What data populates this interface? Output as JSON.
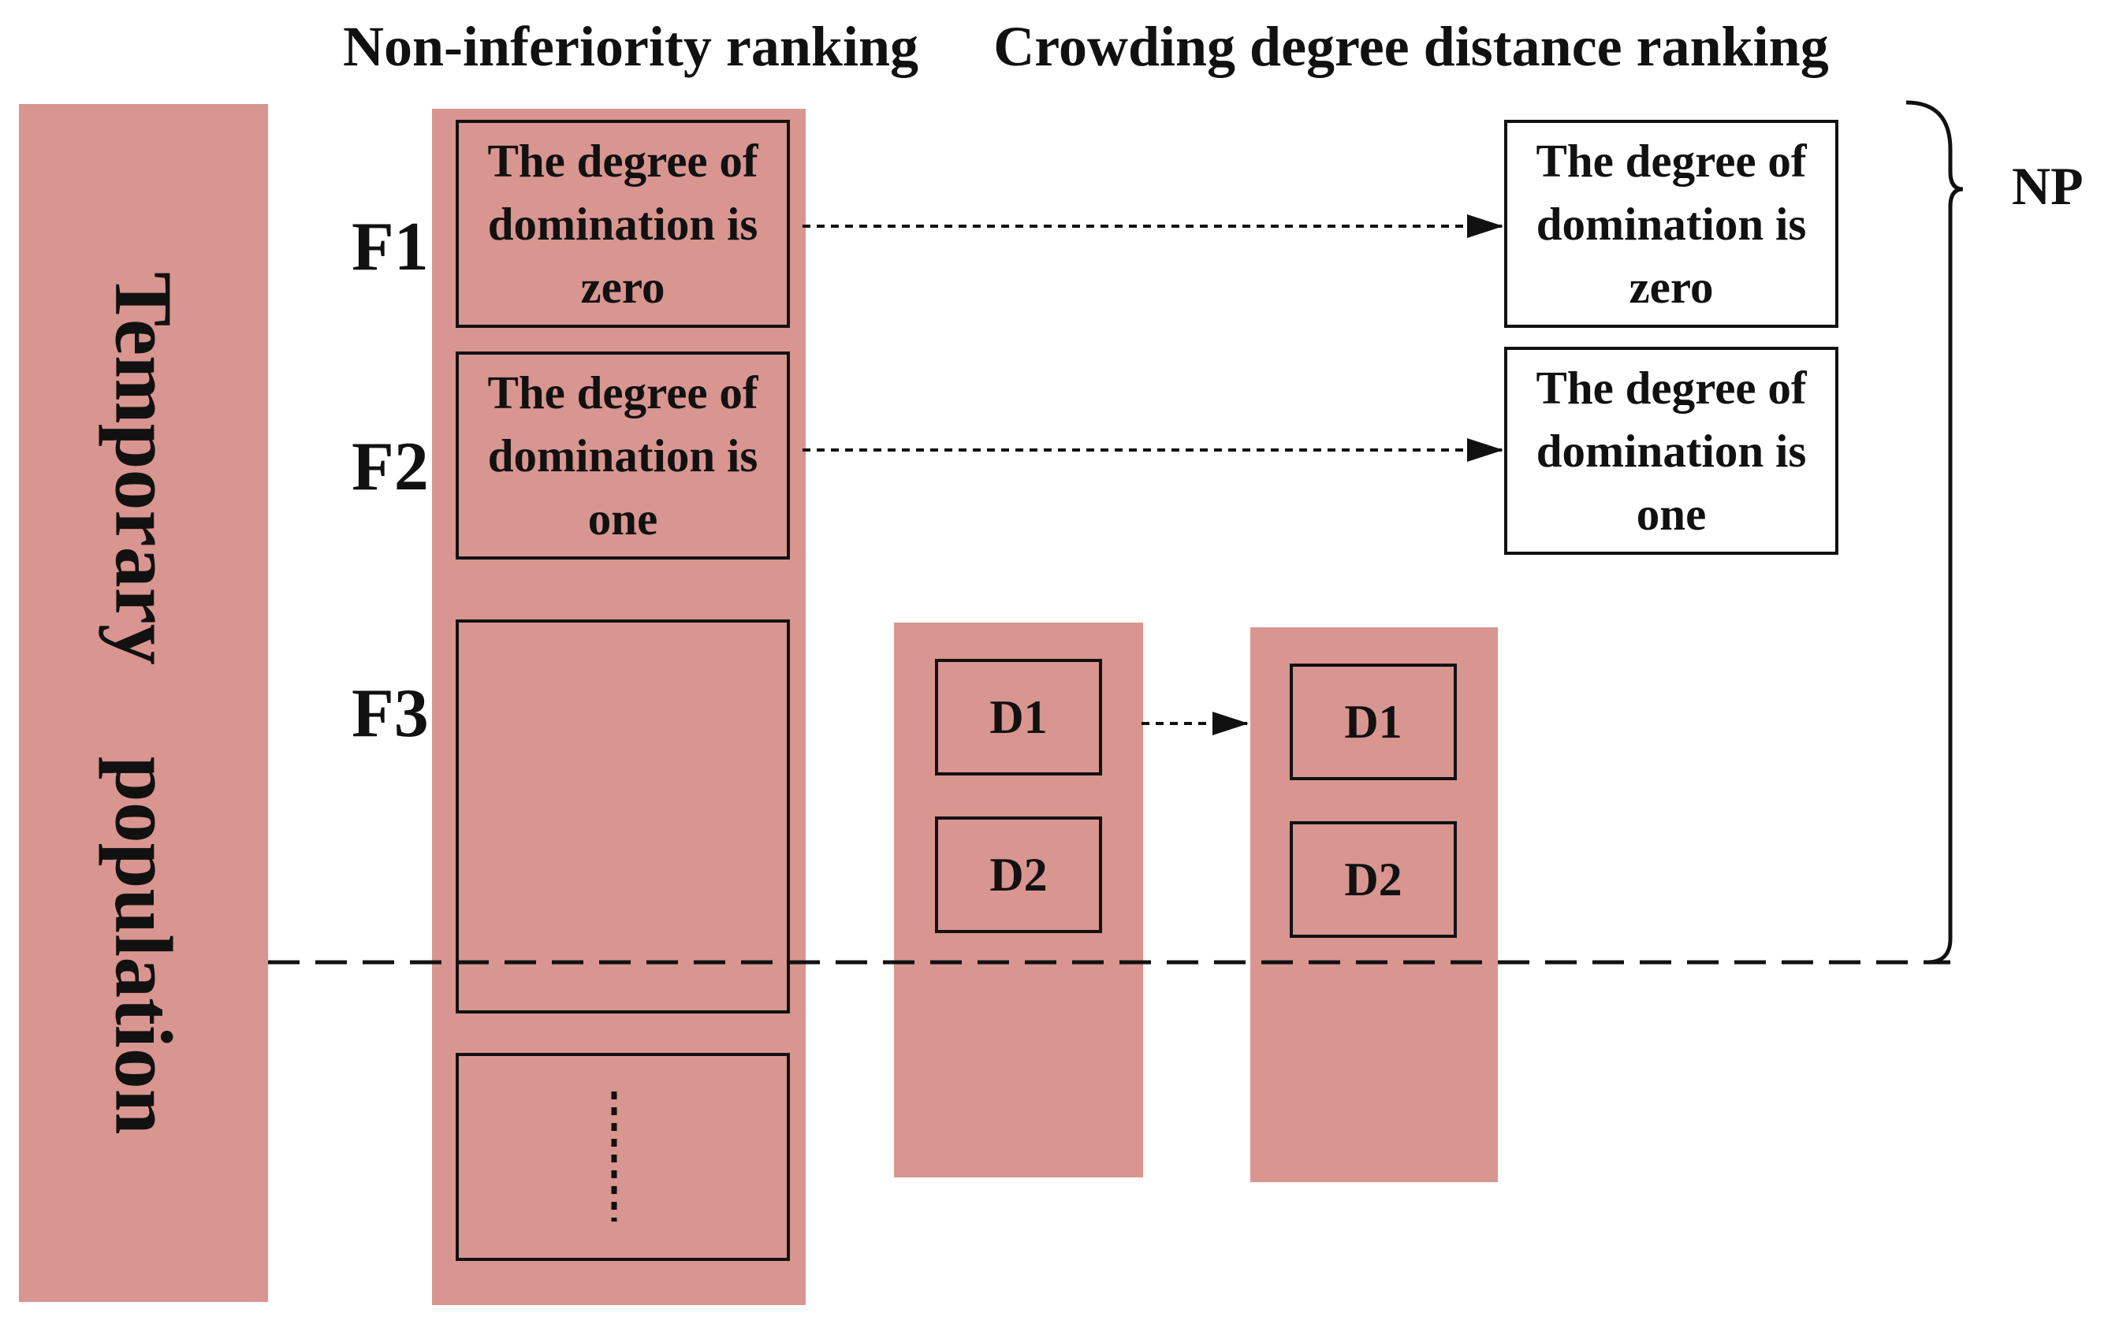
{
  "headers": {
    "left": "Non-inferiority ranking",
    "right": "Crowding degree distance ranking"
  },
  "population": {
    "label": "Temporary population"
  },
  "fronts": [
    {
      "label": "F1",
      "text": "The degree of domination is zero"
    },
    {
      "label": "F2",
      "text": "The degree of domination is one"
    },
    {
      "label": "F3"
    }
  ],
  "outputs": [
    {
      "text": "The degree of domination is zero"
    },
    {
      "text": "The degree of domination is one"
    }
  ],
  "crowding_before": [
    "D1",
    "D2"
  ],
  "crowding_after": [
    "D1",
    "D2"
  ],
  "np_label": "NP",
  "colors": {
    "fill": "#d99590",
    "stroke": "#111111",
    "background": "#ffffff"
  }
}
